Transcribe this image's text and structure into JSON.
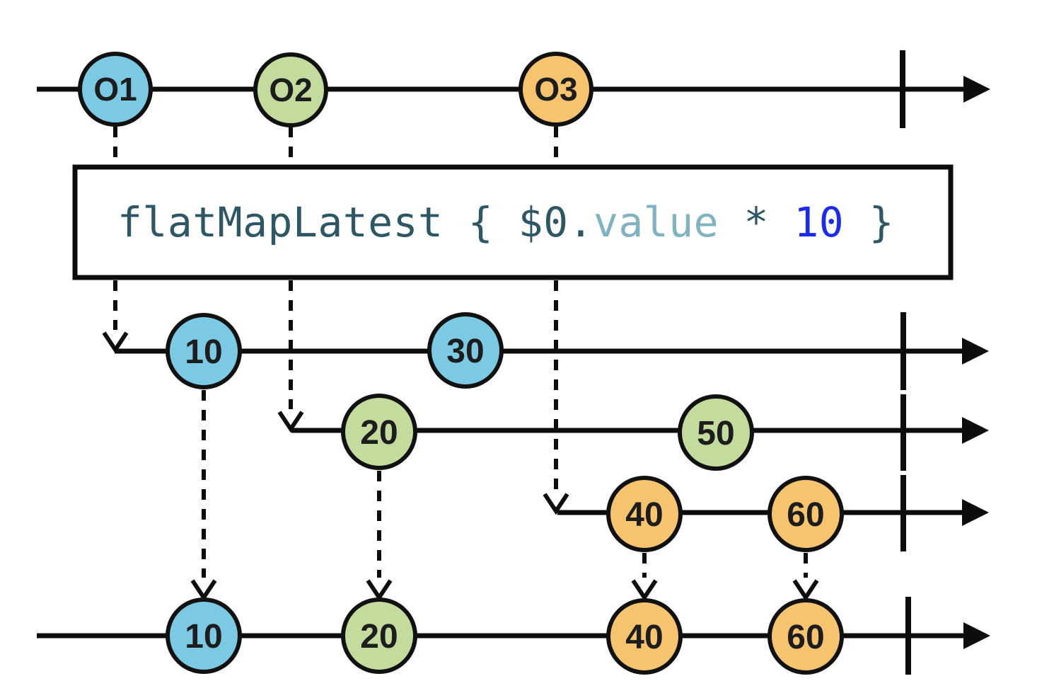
{
  "title": "flatMapLatest marble diagram",
  "colors": {
    "marble_blue": "#7cc9e3",
    "marble_green": "#c3dc9e",
    "marble_orange": "#f6c46e",
    "stroke": "#0d0d0d",
    "code_dark": "#2e5766",
    "code_light": "#7fb3c1",
    "code_number": "#1b2af2"
  },
  "operator": {
    "code_full": "flatMapLatest { $0.value * 10 }",
    "segments": [
      {
        "text": "flatMapLatest { $0.",
        "role": "code_dark"
      },
      {
        "text": "value",
        "role": "code_light"
      },
      {
        "text": " * ",
        "role": "code_dark"
      },
      {
        "text": "10",
        "role": "code_number"
      },
      {
        "text": " }",
        "role": "code_dark"
      }
    ]
  },
  "source_stream": {
    "events": [
      {
        "label": "O1",
        "color": "blue"
      },
      {
        "label": "O2",
        "color": "green"
      },
      {
        "label": "O3",
        "color": "orange"
      }
    ]
  },
  "inner_streams": [
    {
      "events": [
        {
          "label": "10",
          "color": "blue"
        },
        {
          "label": "30",
          "color": "blue"
        }
      ]
    },
    {
      "events": [
        {
          "label": "20",
          "color": "green"
        },
        {
          "label": "50",
          "color": "green"
        }
      ]
    },
    {
      "events": [
        {
          "label": "40",
          "color": "orange"
        },
        {
          "label": "60",
          "color": "orange"
        }
      ]
    }
  ],
  "output_stream": {
    "events": [
      {
        "label": "10",
        "color": "blue"
      },
      {
        "label": "20",
        "color": "green"
      },
      {
        "label": "40",
        "color": "orange"
      },
      {
        "label": "60",
        "color": "orange"
      }
    ]
  }
}
